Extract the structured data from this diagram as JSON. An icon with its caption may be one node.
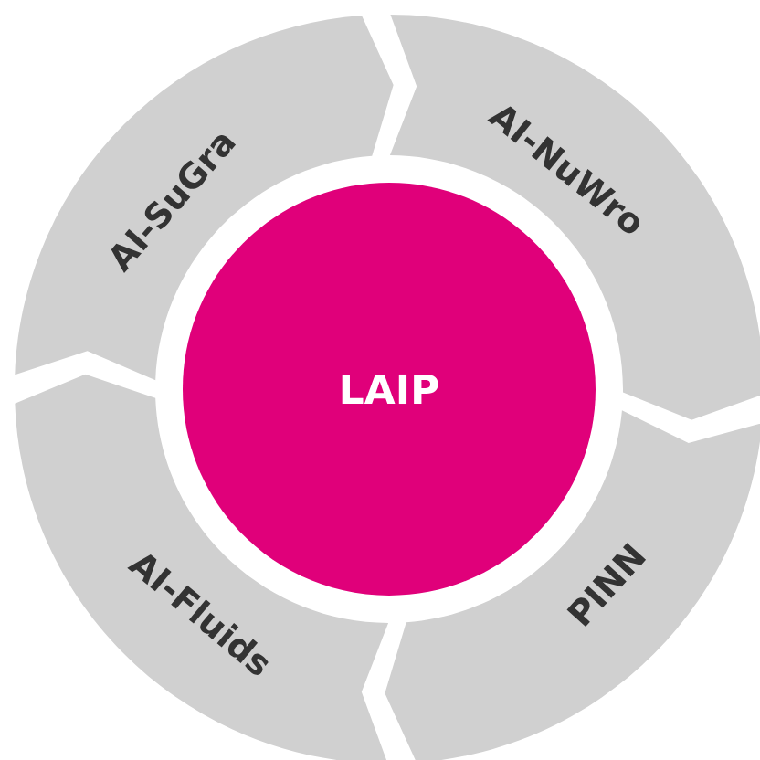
{
  "diagram": {
    "nodes": [
      {
        "text": [
          "AI-SuGra"
        ]
      },
      {
        "text": [
          "AI-NuWro"
        ]
      },
      {
        "text": [
          "PINN"
        ]
      },
      {
        "text": [
          "AI-Fluids"
        ]
      },
      {
        "text": [
          "LAIP"
        ]
      }
    ]
  }
}
